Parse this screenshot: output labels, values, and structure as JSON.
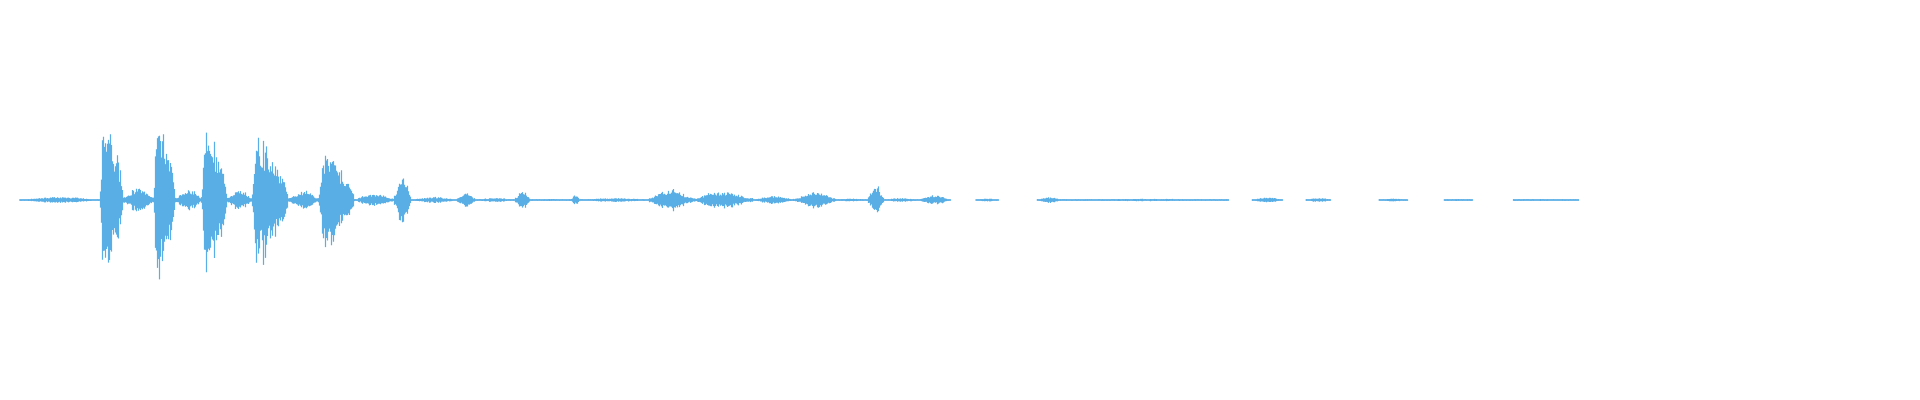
{
  "waveform": {
    "color": "#5aaee6",
    "background": "#ffffff",
    "segments": [
      {
        "start": 0.01,
        "end": 0.052,
        "amp": 0.03
      },
      {
        "start": 0.052,
        "end": 0.064,
        "amp": 0.9
      },
      {
        "start": 0.064,
        "end": 0.08,
        "amp": 0.12
      },
      {
        "start": 0.08,
        "end": 0.091,
        "amp": 0.95
      },
      {
        "start": 0.091,
        "end": 0.105,
        "amp": 0.11
      },
      {
        "start": 0.105,
        "end": 0.118,
        "amp": 0.82
      },
      {
        "start": 0.118,
        "end": 0.131,
        "amp": 0.1
      },
      {
        "start": 0.131,
        "end": 0.15,
        "amp": 0.7
      },
      {
        "start": 0.15,
        "end": 0.166,
        "amp": 0.09
      },
      {
        "start": 0.166,
        "end": 0.184,
        "amp": 0.52
      },
      {
        "start": 0.184,
        "end": 0.205,
        "amp": 0.06
      },
      {
        "start": 0.205,
        "end": 0.214,
        "amp": 0.23
      },
      {
        "start": 0.214,
        "end": 0.238,
        "amp": 0.03
      },
      {
        "start": 0.238,
        "end": 0.247,
        "amp": 0.08
      },
      {
        "start": 0.247,
        "end": 0.268,
        "amp": 0.02
      },
      {
        "start": 0.268,
        "end": 0.276,
        "amp": 0.09
      },
      {
        "start": 0.276,
        "end": 0.297,
        "amp": 0.01
      },
      {
        "start": 0.297,
        "end": 0.302,
        "amp": 0.05
      },
      {
        "start": 0.302,
        "end": 0.338,
        "amp": 0.02
      },
      {
        "start": 0.338,
        "end": 0.36,
        "amp": 0.11
      },
      {
        "start": 0.36,
        "end": 0.392,
        "amp": 0.085
      },
      {
        "start": 0.392,
        "end": 0.414,
        "amp": 0.04
      },
      {
        "start": 0.414,
        "end": 0.435,
        "amp": 0.085
      },
      {
        "start": 0.435,
        "end": 0.452,
        "amp": 0.015
      },
      {
        "start": 0.452,
        "end": 0.46,
        "amp": 0.15
      },
      {
        "start": 0.46,
        "end": 0.478,
        "amp": 0.02
      },
      {
        "start": 0.478,
        "end": 0.495,
        "amp": 0.045
      },
      {
        "start": 0.508,
        "end": 0.52,
        "amp": 0.015
      },
      {
        "start": 0.54,
        "end": 0.553,
        "amp": 0.03
      },
      {
        "start": 0.553,
        "end": 0.64,
        "amp": 0.012
      },
      {
        "start": 0.652,
        "end": 0.668,
        "amp": 0.025
      },
      {
        "start": 0.68,
        "end": 0.693,
        "amp": 0.022
      },
      {
        "start": 0.718,
        "end": 0.733,
        "amp": 0.015
      },
      {
        "start": 0.752,
        "end": 0.767,
        "amp": 0.012
      },
      {
        "start": 0.788,
        "end": 0.822,
        "amp": 0.01
      }
    ]
  }
}
